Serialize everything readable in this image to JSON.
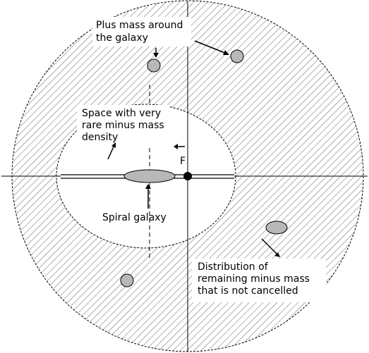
{
  "labels": {
    "plus_mass_line1": "Plus mass around",
    "plus_mass_line2": "the galaxy",
    "rare_line1": "Space with very",
    "rare_line2": "rare minus mass",
    "rare_line3": "density",
    "spiral": "Spiral galaxy",
    "force": "F",
    "dist_line1": "Distribution of",
    "dist_line2": "remaining minus mass",
    "dist_line3": "that is not cancelled"
  },
  "colors": {
    "hatch_light": "#6f6f6f",
    "hatch_dark": "#000000",
    "plus_mass_fill": "#b8b8b8",
    "line": "#000000"
  }
}
